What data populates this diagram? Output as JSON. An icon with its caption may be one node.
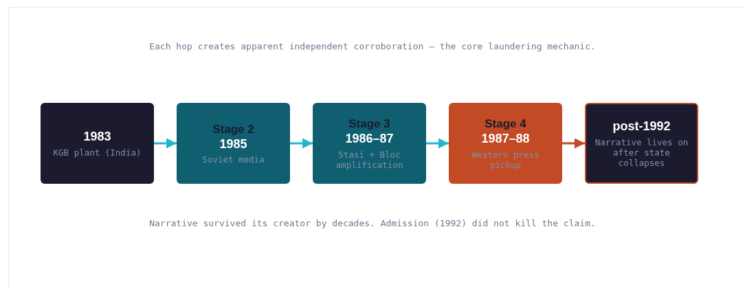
{
  "diagram": {
    "nodes": [
      {
        "text": [
          "1983",
          "KGB plant (India)"
        ]
      },
      {
        "text": [
          "Stage 2",
          "1985",
          "Soviet media"
        ]
      },
      {
        "text": [
          "Stage 3",
          "1986–87",
          "Stasi + Bloc amplification"
        ]
      },
      {
        "text": [
          "Stage 4",
          "1987–88",
          "Western press pickup"
        ]
      },
      {
        "text": [
          "post-1992",
          "Narrative lives on after state collapses"
        ]
      }
    ],
    "edges": [
      {
        "from": 0,
        "to": 1,
        "arrow": "to"
      },
      {
        "from": 1,
        "to": 2,
        "arrow": "to"
      },
      {
        "from": 2,
        "to": 3,
        "arrow": "to"
      },
      {
        "from": 3,
        "to": 4,
        "arrow": "to",
        "color": "#c24a24"
      }
    ],
    "labels": [
      "Each hop creates apparent independent corroboration — the core laundering mechanic.",
      "Narrative survived its creator by decades. Admission (1992) did not kill the claim."
    ]
  }
}
